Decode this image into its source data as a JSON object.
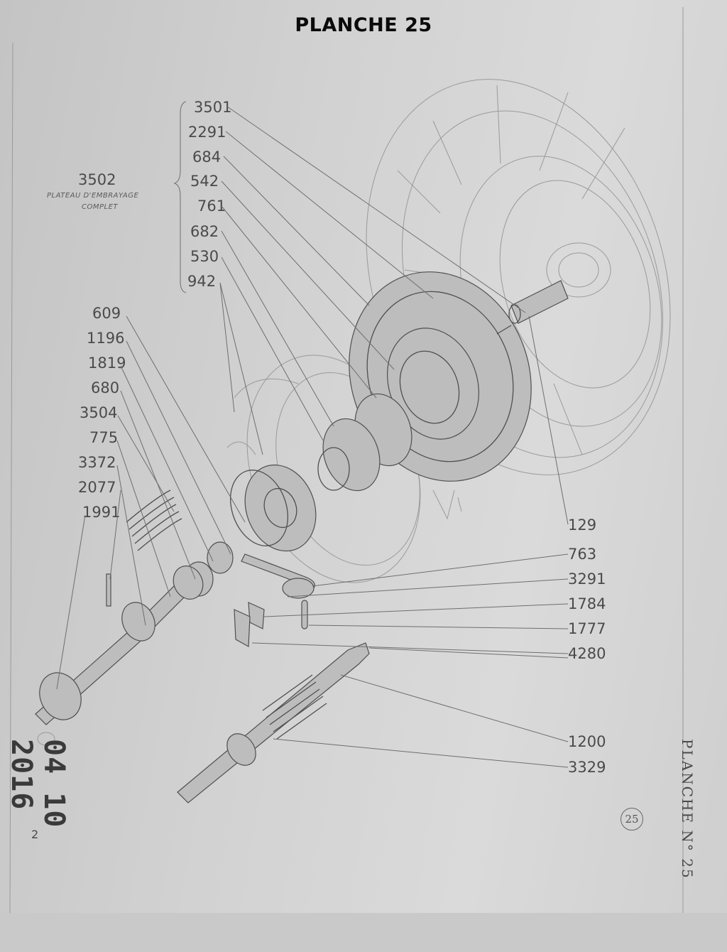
{
  "header": {
    "title": "PLANCHE 25"
  },
  "assembly": {
    "number": "3502",
    "caption_line1": "PLATEAU D'EMBRAYAGE",
    "caption_line2": "COMPLET",
    "group_parts": [
      "3501",
      "2291",
      "684",
      "542",
      "761",
      "682",
      "530",
      "942"
    ]
  },
  "left_parts": [
    "609",
    "1196",
    "1819",
    "680",
    "3504",
    "775",
    "3372",
    "2077",
    "1991"
  ],
  "right_parts": [
    "129",
    "763",
    "3291",
    "1784",
    "1777",
    "4280",
    "1200",
    "3329"
  ],
  "bottom_left_mark": "2",
  "footer": {
    "side_title": "PLANCHE N° 25",
    "page_number": "25",
    "date_stamp": "04 10 2016"
  }
}
